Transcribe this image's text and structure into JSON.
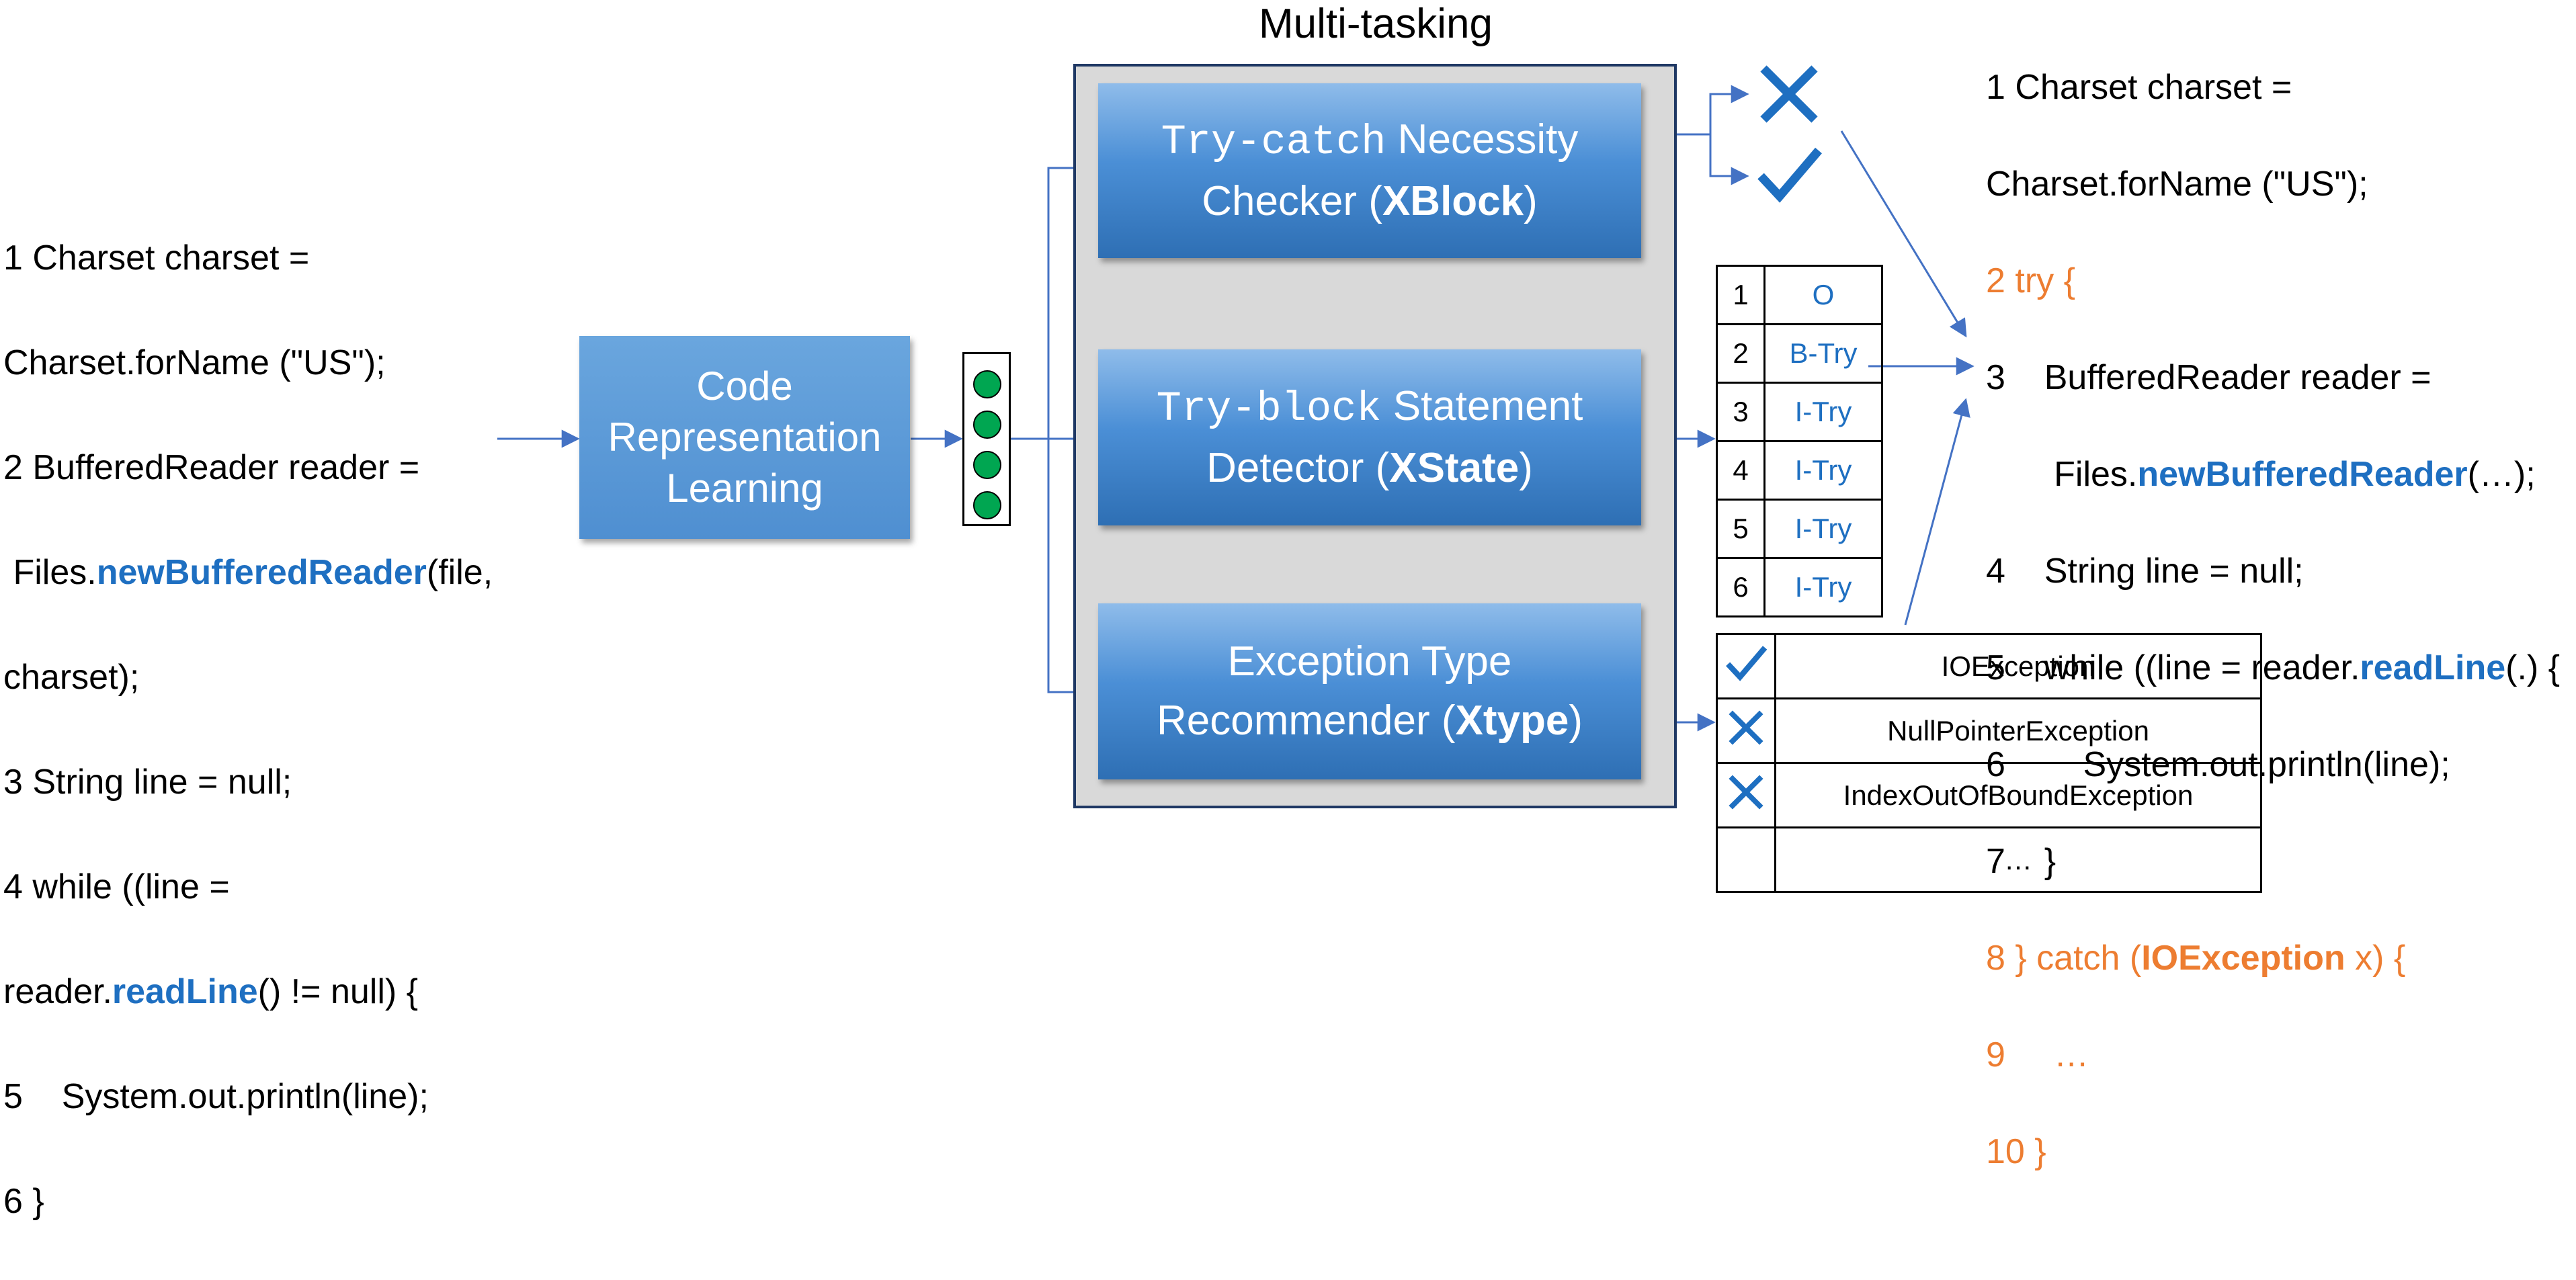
{
  "title": "Multi-tasking",
  "input_code": {
    "l1": "1 Charset charset =",
    "l2": "Charset.forName (\"US\");",
    "l3": "2 BufferedReader reader =",
    "l4a": " Files.",
    "l4b": "newBufferedReader",
    "l4c": "(file,",
    "l5": "charset);",
    "l6": "3 String line = null;",
    "l7": "4 while ((line =",
    "l8a": "reader.",
    "l8b": "readLine",
    "l8c": "() != null) {",
    "l9": "5    System.out.println(line);",
    "l10": "6 }"
  },
  "crl": {
    "l1": "Code",
    "l2": "Representation",
    "l3": "Learning"
  },
  "xblock": {
    "mono": "Try-catch",
    "rest": " Necessity",
    "l2a": "Checker (",
    "l2b": "XBlock",
    "l2c": ")"
  },
  "xstate": {
    "mono": "Try-block",
    "rest": " Statement",
    "l2a": "Detector (",
    "l2b": "XState",
    "l2c": ")"
  },
  "xtype": {
    "l1": "Exception Type",
    "l2a": "Recommender (",
    "l2b": "Xtype",
    "l2c": ")"
  },
  "sequence": [
    {
      "n": "1",
      "label": "O"
    },
    {
      "n": "2",
      "label": "B-Try"
    },
    {
      "n": "3",
      "label": "I-Try"
    },
    {
      "n": "4",
      "label": "I-Try"
    },
    {
      "n": "5",
      "label": "I-Try"
    },
    {
      "n": "6",
      "label": "I-Try"
    }
  ],
  "exceptions": [
    {
      "icon": "check",
      "name": "IOException"
    },
    {
      "icon": "cross",
      "name": "NullPointerException"
    },
    {
      "icon": "cross",
      "name": "IndexOutOfBoundException"
    },
    {
      "icon": "",
      "name": "…"
    }
  ],
  "output_code": {
    "l1": "1 Charset charset =",
    "l2": "Charset.forName (\"US\");",
    "l3": "2 try {",
    "l4": "3    BufferedReader reader =",
    "l5a": "       Files.",
    "l5b": "newBufferedReader",
    "l5c": "(…);",
    "l6": "4    String line = null;",
    "l7a": "5    while ((line = reader.",
    "l7b": "readLine",
    "l7c": "(.) {",
    "l8": "6        System.out.println(line);",
    "l9": "7    }",
    "l10a": "8 } catch (",
    "l10b": "IOException",
    "l10c": " x) {",
    "l11": "9     …",
    "l12": "10 }"
  },
  "colors": {
    "accent_blue": "#1e6fc1",
    "orange": "#ed7d31",
    "panel_gray": "#d9d9d9",
    "box_blue": "#2e75b6",
    "green_dot": "#00a651"
  }
}
